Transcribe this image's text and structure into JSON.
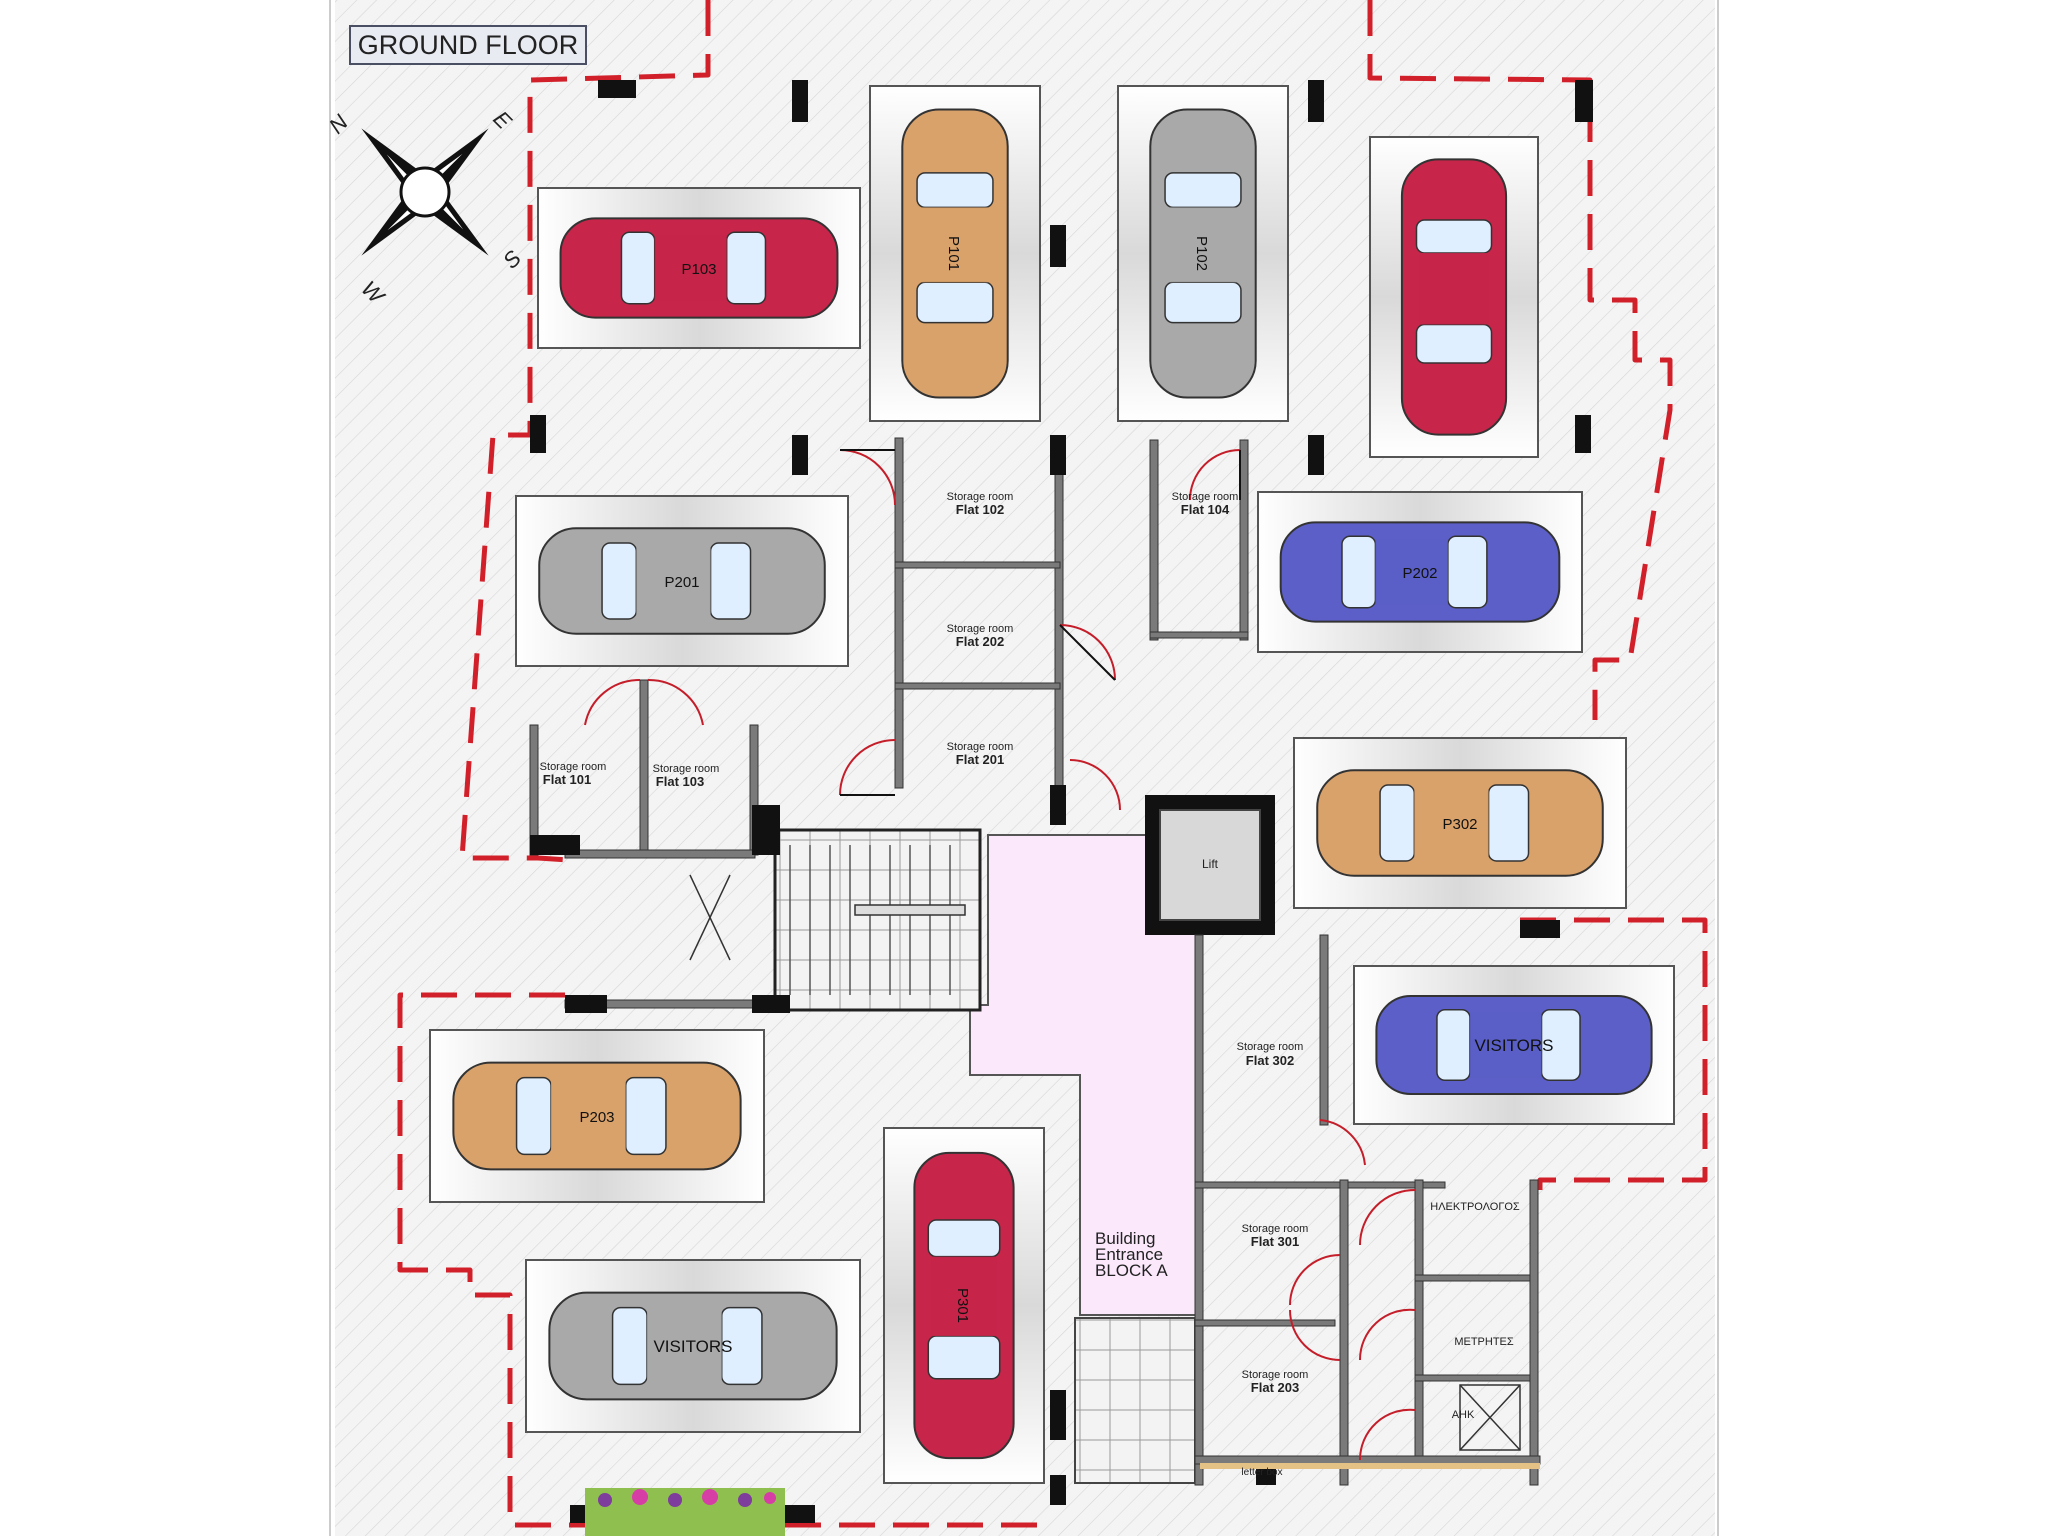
{
  "title": "GROUND FLOOR",
  "compass": {
    "n": "N",
    "e": "E",
    "s": "S",
    "w": "W"
  },
  "colors": {
    "boundary": "#d2202a",
    "wall": "#111111",
    "hatch": "#cfcfcf",
    "corridor": "#fbe9fb",
    "car_red": "#c7254a",
    "car_tan": "#d9a26b",
    "car_silver": "#a9a9a9",
    "car_blue": "#5b5fc7"
  },
  "parking": [
    {
      "label": "P103",
      "color": "red",
      "orient": "h"
    },
    {
      "label": "P101",
      "color": "tan",
      "orient": "v"
    },
    {
      "label": "P102",
      "color": "silver",
      "orient": "v"
    },
    {
      "label": "",
      "color": "red",
      "orient": "v"
    },
    {
      "label": "P201",
      "color": "silver",
      "orient": "h"
    },
    {
      "label": "P202",
      "color": "blue",
      "orient": "h"
    },
    {
      "label": "P302",
      "color": "tan",
      "orient": "h"
    },
    {
      "label": "VISITORS",
      "color": "blue",
      "orient": "h"
    },
    {
      "label": "P203",
      "color": "tan",
      "orient": "h"
    },
    {
      "label": "P301",
      "color": "red",
      "orient": "v"
    },
    {
      "label": "VISITORS",
      "color": "silver",
      "orient": "h"
    }
  ],
  "storage": [
    {
      "line1": "Storage room",
      "line2": "Flat 102"
    },
    {
      "line1": "Storage room",
      "line2": "Flat 104"
    },
    {
      "line1": "Storage room",
      "line2": "Flat 202"
    },
    {
      "line1": "Storage room",
      "line2": "Flat 201"
    },
    {
      "line1": "Storage room",
      "line2": "Flat 101"
    },
    {
      "line1": "Storage room",
      "line2": "Flat 103"
    },
    {
      "line1": "Storage room",
      "line2": "Flat 302"
    },
    {
      "line1": "Storage room",
      "line2": "Flat 301"
    },
    {
      "line1": "Storage room",
      "line2": "Flat 203"
    }
  ],
  "rooms": {
    "lift": "Lift",
    "electric": "ΗΛΕΚΤΡΟΛΟΓΟΣ",
    "meters": "ΜΕΤΡΗΤΕΣ",
    "ahk": "ΑΗΚ",
    "letterbox": "letter box"
  },
  "entrance": {
    "line1": "Building",
    "line2": "Entrance",
    "line3": "BLOCK A"
  }
}
